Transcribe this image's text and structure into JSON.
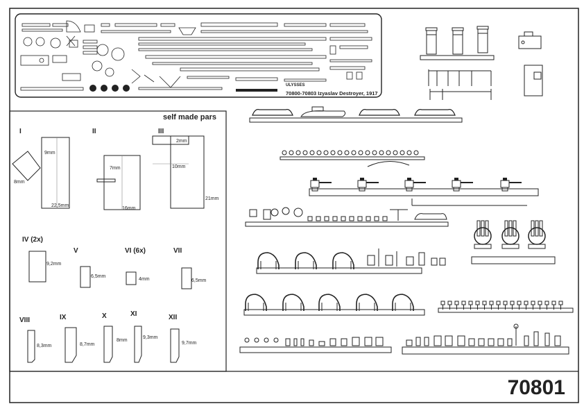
{
  "sheet": {
    "code": "70801",
    "section_title": "self made pars"
  },
  "pe_fret": {
    "caption": "70800-70803 Izyaslav Destroyer, 1917",
    "brand": "ULYSSES"
  },
  "parts": [
    {
      "roman": "I",
      "dims": [
        "9mm",
        "8mm",
        "22,5mm"
      ]
    },
    {
      "roman": "II",
      "dims": [
        "7mm",
        "16mm"
      ]
    },
    {
      "roman": "III",
      "dims": [
        "2mm",
        "10mm",
        "21mm"
      ]
    },
    {
      "roman": "IV (2x)",
      "dims": [
        "9,2mm"
      ]
    },
    {
      "roman": "V",
      "dims": [
        "6,5mm"
      ]
    },
    {
      "roman": "VI (6x)",
      "dims": [
        "4mm"
      ]
    },
    {
      "roman": "VII",
      "dims": [
        "6,5mm"
      ]
    },
    {
      "roman": "VIII",
      "dims": [
        "8,3mm"
      ]
    },
    {
      "roman": "IX",
      "dims": [
        "8,7mm"
      ]
    },
    {
      "roman": "X",
      "dims": [
        "8mm"
      ]
    },
    {
      "roman": "XI",
      "dims": [
        "9,3mm"
      ]
    },
    {
      "roman": "XII",
      "dims": [
        "9,7mm"
      ]
    }
  ],
  "colors": {
    "line": "#222222",
    "light": "#888888",
    "paper": "#ffffff"
  }
}
